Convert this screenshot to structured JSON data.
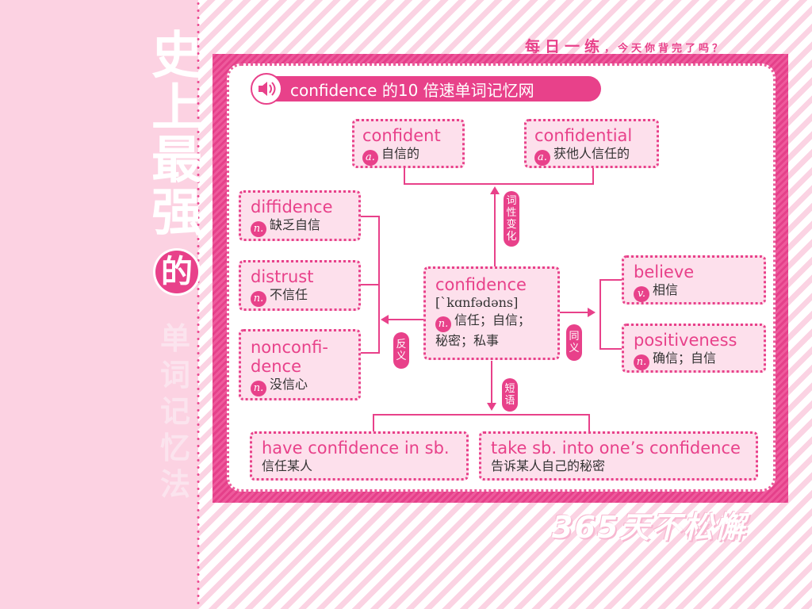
{
  "sidebar": {
    "title_chars": [
      "史",
      "上",
      "最",
      "强"
    ],
    "de": "的",
    "subtitle_chars": [
      "单",
      "词",
      "记",
      "忆",
      "法"
    ]
  },
  "header": {
    "slogan_main": "每日一练",
    "slogan_comma": "，",
    "slogan_sub": "今天你背完了吗？"
  },
  "footer": {
    "slogan": "365天不松懈"
  },
  "panel": {
    "title": "confidence 的10 倍速单词记忆网"
  },
  "center": {
    "word": "confidence",
    "phonetic": "[ˋkɑnfədəns]",
    "pos": "n.",
    "meaning_line1": "信任；自信；",
    "meaning_line2": "秘密；私事"
  },
  "derivatives": [
    {
      "word": "confident",
      "pos": "a.",
      "meaning": "自信的"
    },
    {
      "word": "confidential",
      "pos": "a.",
      "meaning": "获他人信任的"
    }
  ],
  "antonyms": [
    {
      "word": "diffidence",
      "pos": "n.",
      "meaning": "缺乏自信"
    },
    {
      "word": "distrust",
      "pos": "n.",
      "meaning": "不信任"
    },
    {
      "word_line1": "nonconfi-",
      "word_line2": "dence",
      "pos": "n.",
      "meaning": "没信心"
    }
  ],
  "synonyms": [
    {
      "word": "believe",
      "pos": "v.",
      "meaning": "相信"
    },
    {
      "word": "positiveness",
      "pos": "n.",
      "meaning": "确信；自信"
    }
  ],
  "phrases": [
    {
      "phrase": "have confidence in sb.",
      "meaning": "信任某人"
    },
    {
      "phrase": "take sb. into one’s confidence",
      "meaning": "告诉某人自己的秘密"
    }
  ],
  "labels": {
    "derivation": [
      "词",
      "性",
      "变",
      "化"
    ],
    "antonym": [
      "反",
      "义"
    ],
    "synonym": [
      "同",
      "义"
    ],
    "phrase": [
      "短",
      "语"
    ]
  },
  "colors": {
    "accent": "#e8418a",
    "box_fill": "#fde0ec",
    "page_bg": "#fcd2e2"
  }
}
